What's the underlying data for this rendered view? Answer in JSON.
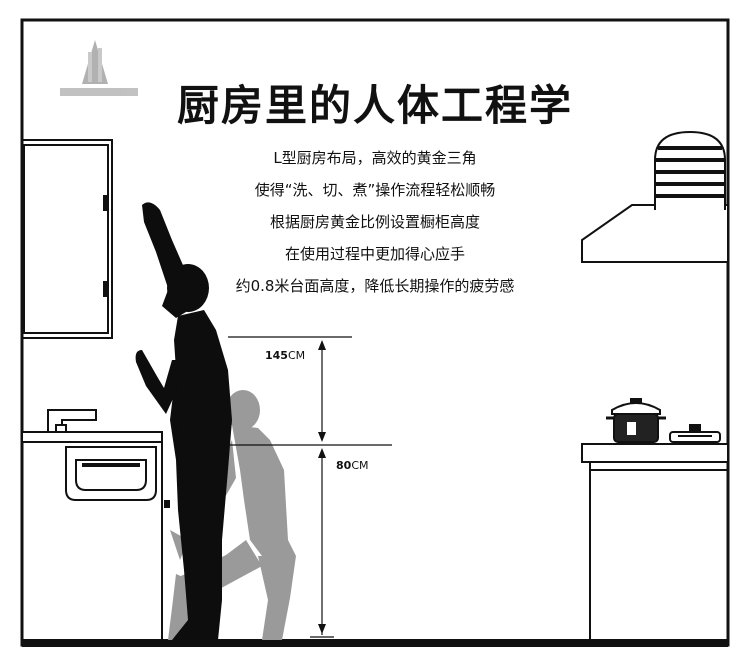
{
  "title": "厨房里的人体工程学",
  "description_lines": [
    "L型厨房布局，高效的黄金三角",
    "使得“洗、切、煮”操作流程轻松顺畅",
    "根据厨房黄金比例设置橱柜高度",
    "在使用过程中更加得心应手",
    "约0.8米台面高度，降低长期操作的疲劳感"
  ],
  "dimensions": {
    "upper": {
      "value": "145",
      "unit": "CM"
    },
    "lower": {
      "value": "80",
      "unit": "CM"
    }
  },
  "colors": {
    "frame": "#111111",
    "standing_figure": "#0d0d0d",
    "crouching_figure": "#9a9a9a",
    "background": "#ffffff"
  },
  "icons": [
    "logo-icon",
    "range-hood-icon",
    "rice-cooker-icon",
    "grill-pan-icon",
    "faucet-icon",
    "sink-icon"
  ]
}
